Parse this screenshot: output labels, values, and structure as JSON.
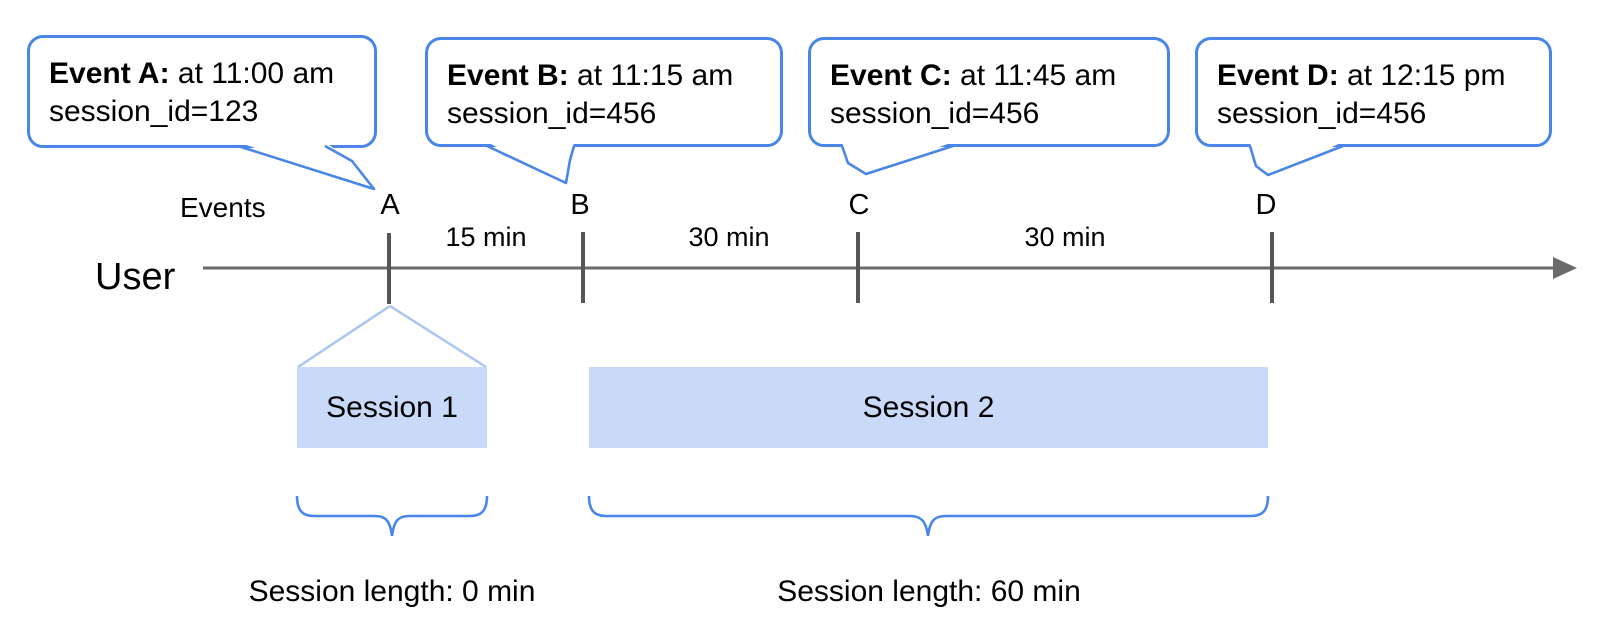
{
  "bubbles": [
    {
      "event": "Event A:",
      "time": " at 11:00 am",
      "session": "session_id=123"
    },
    {
      "event": "Event B:",
      "time": " at 11:15 am",
      "session": "session_id=456"
    },
    {
      "event": "Event C:",
      "time": " at 11:45 am",
      "session": "session_id=456"
    },
    {
      "event": "Event D:",
      "time": " at 12:15 pm",
      "session": "session_id=456"
    }
  ],
  "timeline": {
    "events_label": "Events",
    "user_label": "User",
    "tick_labels": [
      "A",
      "B",
      "C",
      "D"
    ],
    "interval_labels": [
      "15 min",
      "30 min",
      "30 min"
    ]
  },
  "sessions": [
    {
      "label": "Session 1",
      "length_label": "Session length: 0 min"
    },
    {
      "label": "Session 2",
      "length_label": "Session length: 60 min"
    }
  ],
  "colors": {
    "bubble_border": "#4a86e8",
    "brace": "#4a86e8",
    "session_bar_fill": "#c9daf8",
    "funnel_line": "#a9c5f2",
    "axis": "#6a6a6a",
    "tick": "#565656",
    "text": "#000000"
  }
}
